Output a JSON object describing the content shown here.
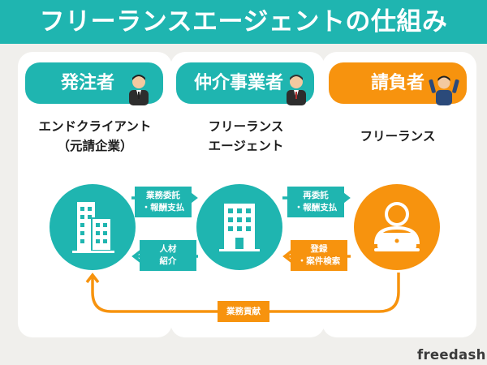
{
  "title": "フリーランスエージェントの仕組み",
  "columns": [
    {
      "role": "発注者",
      "name_line1": "エンドクライアント",
      "name_line2": "（元請企業）",
      "role_color": "#1fb5b0",
      "circle_color": "#1fb5b0",
      "icon": "office-building-icon"
    },
    {
      "role": "仲介事業者",
      "name_line1": "フリーランス",
      "name_line2": "エージェント",
      "role_color": "#1fb5b0",
      "circle_color": "#1fb5b0",
      "icon": "office-building-icon"
    },
    {
      "role": "請負者",
      "name_line1": "フリーランス",
      "name_line2": "",
      "role_color": "#f7930e",
      "circle_color": "#f7930e",
      "icon": "laptop-worker-icon"
    }
  ],
  "flows": {
    "client_to_agent": {
      "line1": "業務委託",
      "line2": "・報酬支払",
      "color": "#1fb5b0"
    },
    "agent_to_client": {
      "line1": "人材",
      "line2": "紹介",
      "color": "#1fb5b0"
    },
    "agent_to_freelancer": {
      "line1": "再委託",
      "line2": "・報酬支払",
      "color": "#1fb5b0"
    },
    "freelancer_to_agent": {
      "line1": "登録",
      "line2": "・案件検索",
      "color": "#f7930e"
    },
    "freelancer_to_client": {
      "line1": "業務貢献",
      "color": "#f7930e"
    }
  },
  "logo": "freedash"
}
